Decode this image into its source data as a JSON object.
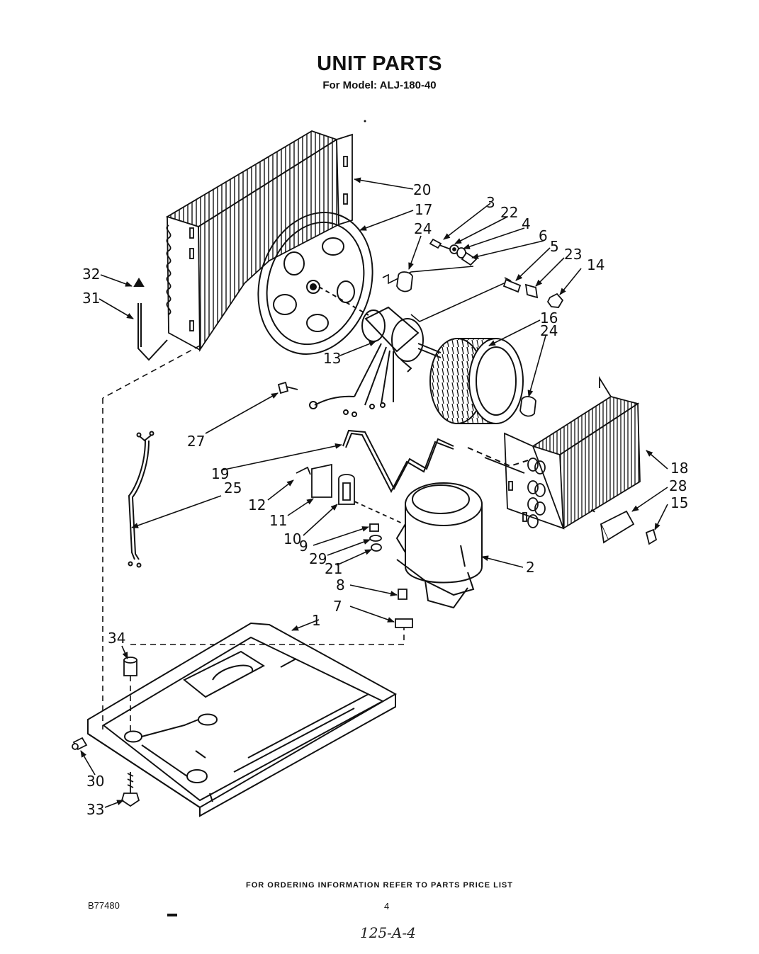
{
  "header": {
    "title": "UNIT PARTS",
    "subtitle": "For Model: ALJ-180-40"
  },
  "callouts": {
    "p1": "1",
    "p2": "2",
    "p3": "3",
    "p4": "4",
    "p5": "5",
    "p6": "6",
    "p7": "7",
    "p8": "8",
    "p9": "9",
    "p10": "10",
    "p11": "11",
    "p12": "12",
    "p13": "13",
    "p14": "14",
    "p15": "15",
    "p16": "16",
    "p17": "17",
    "p18": "18",
    "p19": "19",
    "p20": "20",
    "p21": "21",
    "p22": "22",
    "p23": "23",
    "p24a": "24",
    "p24b": "24",
    "p25": "25",
    "p27": "27",
    "p28": "28",
    "p29": "29",
    "p30": "30",
    "p31": "31",
    "p32": "32",
    "p33": "33",
    "p34": "34"
  },
  "footer": {
    "note": "FOR ORDERING INFORMATION REFER TO PARTS PRICE LIST",
    "doc_number": "B77480",
    "page_number": "4",
    "handwritten": "125-A-4"
  }
}
